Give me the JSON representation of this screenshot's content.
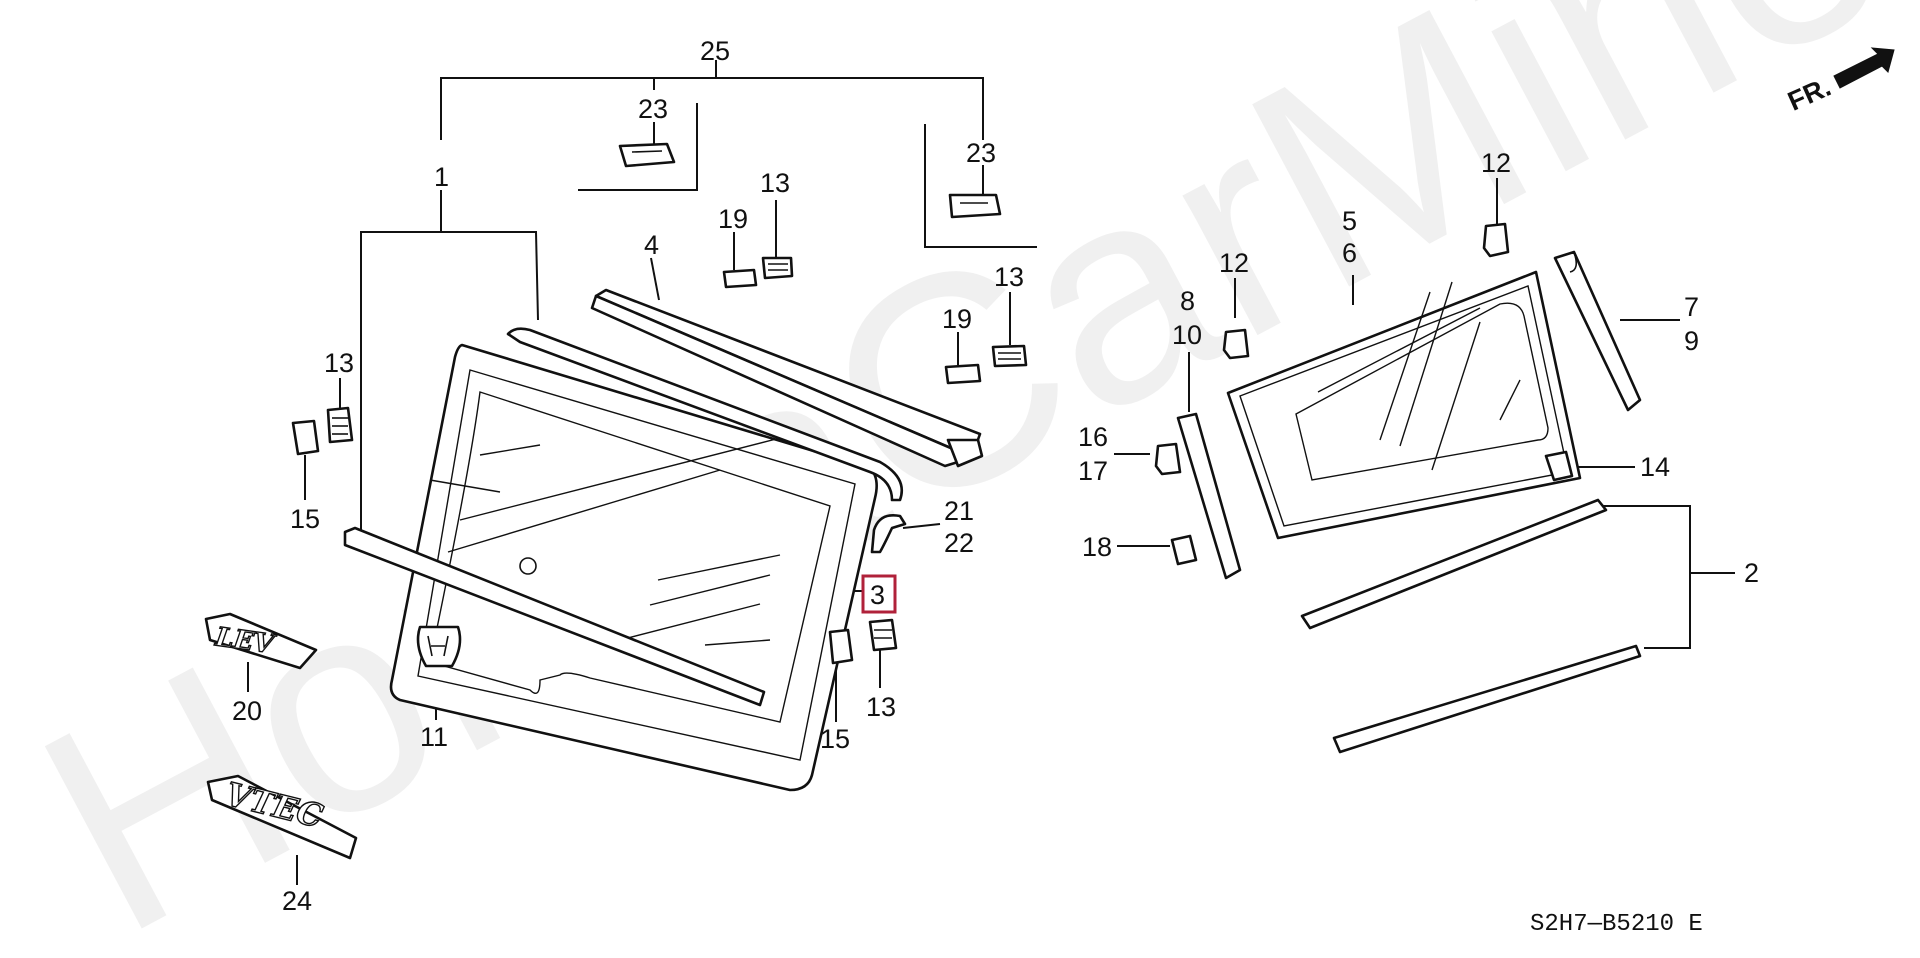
{
  "diagram": {
    "watermark": "HondaCarMine.ru",
    "diagram_code": "S2H7—B5210 E",
    "direction_label": "FR.",
    "highlighted_callout": "3",
    "callouts": {
      "c25": "25",
      "c1": "1",
      "c23a": "23",
      "c23b": "23",
      "c13a": "13",
      "c19a": "19",
      "c4": "4",
      "c13b": "13",
      "c19b": "19",
      "c13c": "13",
      "c15a": "15",
      "c21": "21",
      "c22": "22",
      "c3": "3",
      "c13d": "13",
      "c15b": "15",
      "c20": "20",
      "c11": "11",
      "c24": "24",
      "c12a": "12",
      "c12b": "12",
      "c5": "5",
      "c6": "6",
      "c8": "8",
      "c10": "10",
      "c7": "7",
      "c9": "9",
      "c16": "16",
      "c17": "17",
      "c18": "18",
      "c14": "14",
      "c2": "2"
    }
  }
}
